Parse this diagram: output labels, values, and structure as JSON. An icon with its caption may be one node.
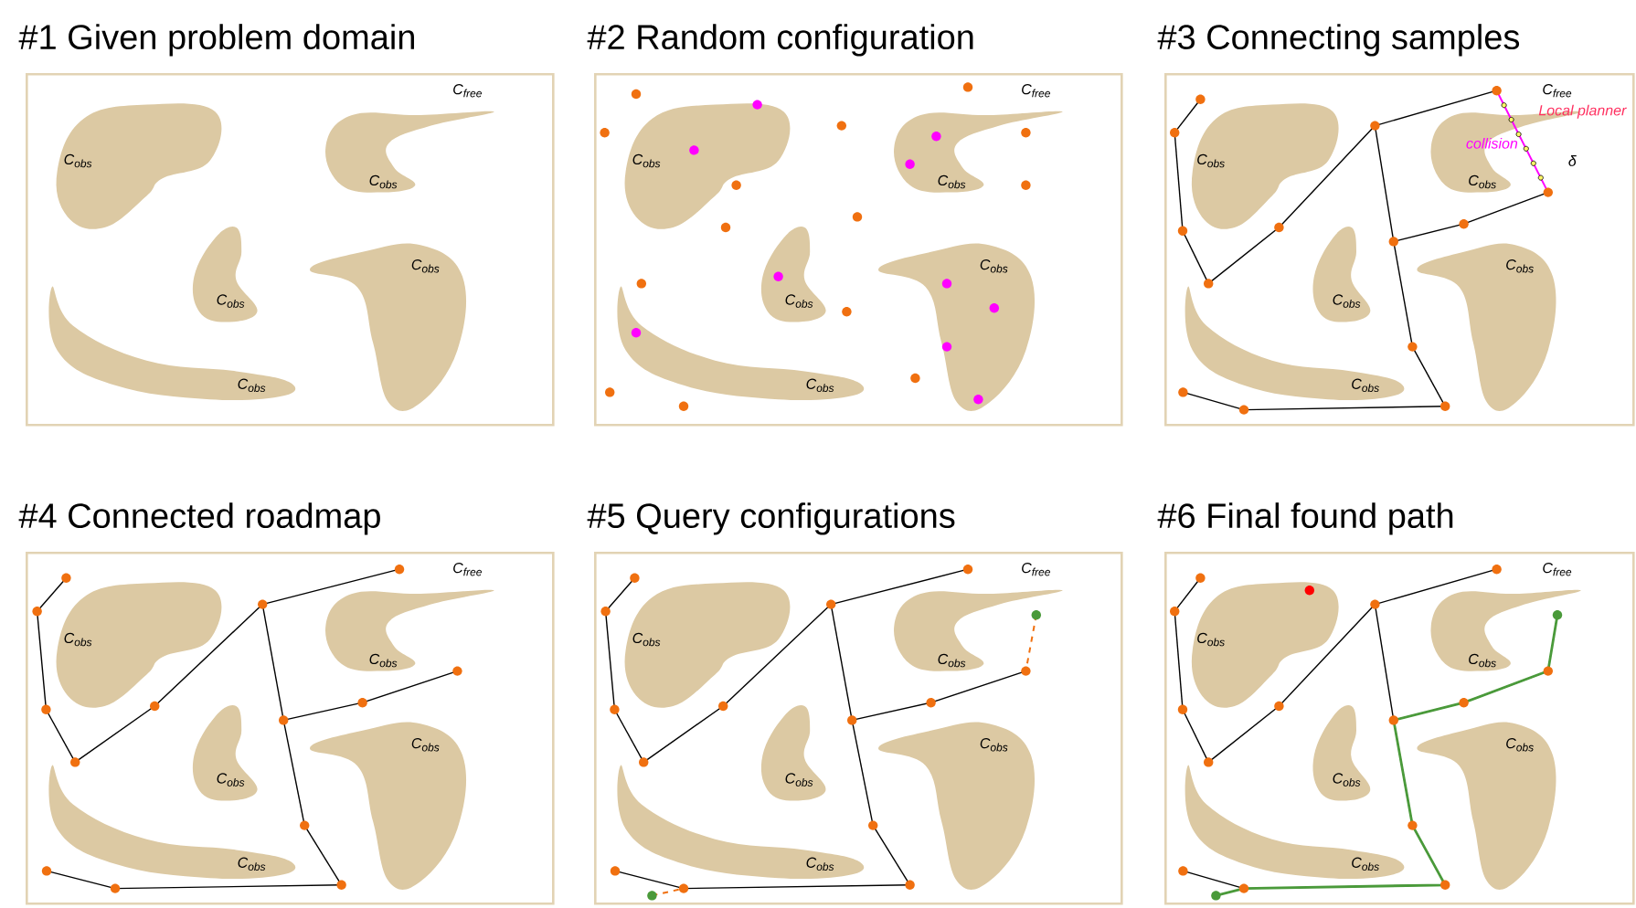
{
  "diagram": {
    "nodes": [
      {
        "text": [
          "#1 Given problem domain",
          "C$_{free}$",
          "C$_{obs}$",
          "C$_{obs}$",
          "C$_{obs}$",
          "C$_{obs}$",
          "C$_{obs}$"
        ]
      },
      {
        "text": [
          "#2 Random configuration",
          "C$_{free}$",
          "C$_{obs}$",
          "C$_{obs}$",
          "C$_{obs}$",
          "C$_{obs}$",
          "C$_{obs}$"
        ]
      },
      {
        "text": [
          "#3 Connecting samples",
          "C$_{free}$",
          "C$_{obs}$",
          "C$_{obs}$",
          "C$_{obs}$",
          "C$_{obs}$",
          "C$_{obs}$",
          "Local planner",
          "collision",
          "δ"
        ]
      },
      {
        "text": [
          "#4 Connected roadmap",
          "C$_{free}$",
          "C$_{obs}$",
          "C$_{obs}$",
          "C$_{obs}$",
          "C$_{obs}$",
          "C$_{obs}$"
        ]
      },
      {
        "text": [
          "#5 Query configurations",
          "C$_{free}$",
          "C$_{obs}$",
          "C$_{obs}$",
          "C$_{obs}$",
          "C$_{obs}$",
          "C$_{obs}$"
        ]
      },
      {
        "text": [
          "#6 Final found path",
          "C$_{free}$",
          "C$_{obs}$",
          "C$_{obs}$",
          "C$_{obs}$",
          "C$_{obs}$",
          "C$_{obs}$"
        ]
      }
    ]
  }
}
